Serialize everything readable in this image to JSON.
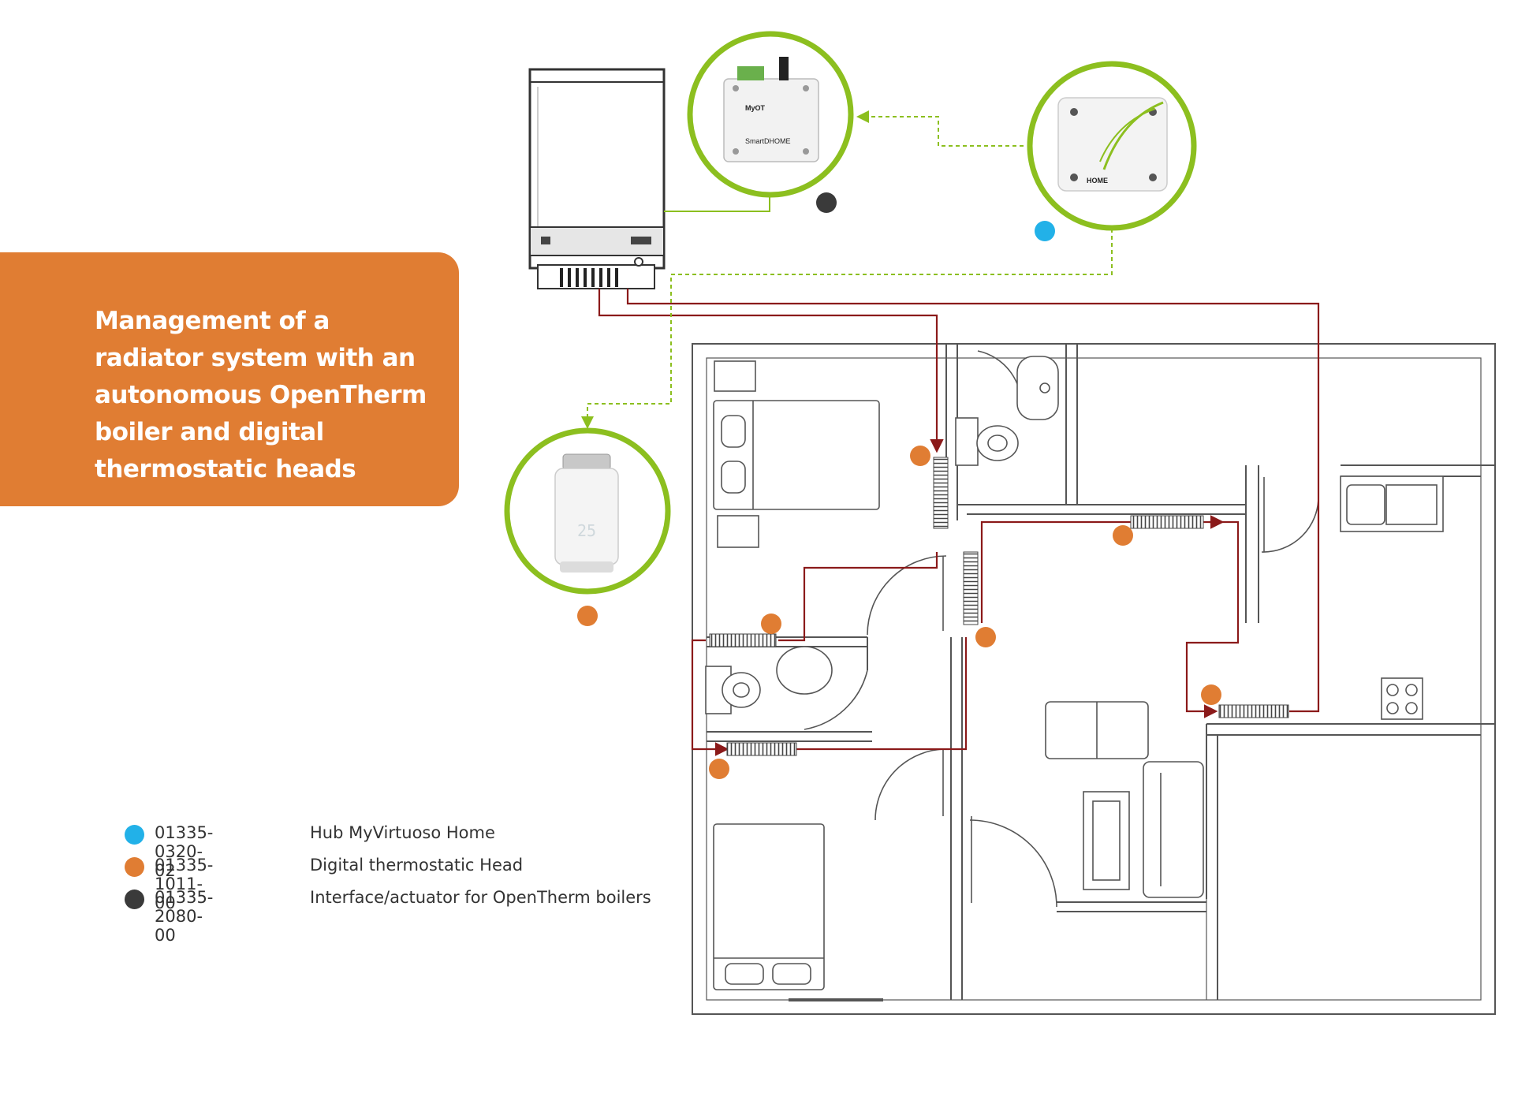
{
  "title": "Management of a radiator system with an autonomous OpenTherm boiler and digital thermostatic heads",
  "colors": {
    "accent_orange": "#e07d33",
    "accent_green": "#8cbf1f",
    "hub_blue": "#22b1e8",
    "interface_dark": "#3a3a3a",
    "pipe_red": "#8b1a1a",
    "wire_green_dashed": "#8cbf1f"
  },
  "devices": {
    "interface": {
      "icon": "opentherm-interface-icon",
      "label": "MyOT",
      "brand": "SmartDHOME"
    },
    "hub": {
      "icon": "hub-icon",
      "brand": "HOME"
    },
    "thermostatic_head": {
      "icon": "thermostatic-head-icon",
      "display": "25"
    },
    "boiler": {
      "icon": "boiler-icon"
    }
  },
  "legend": [
    {
      "color": "#22b1e8",
      "code": "01335-0320-02",
      "description": "Hub MyVirtuoso Home"
    },
    {
      "color": "#e07d33",
      "code": "01335-1011-00",
      "description": "Digital thermostatic Head"
    },
    {
      "color": "#3a3a3a",
      "code": "01335-2080-00",
      "description": "Interface/actuator for OpenTherm boilers"
    }
  ]
}
